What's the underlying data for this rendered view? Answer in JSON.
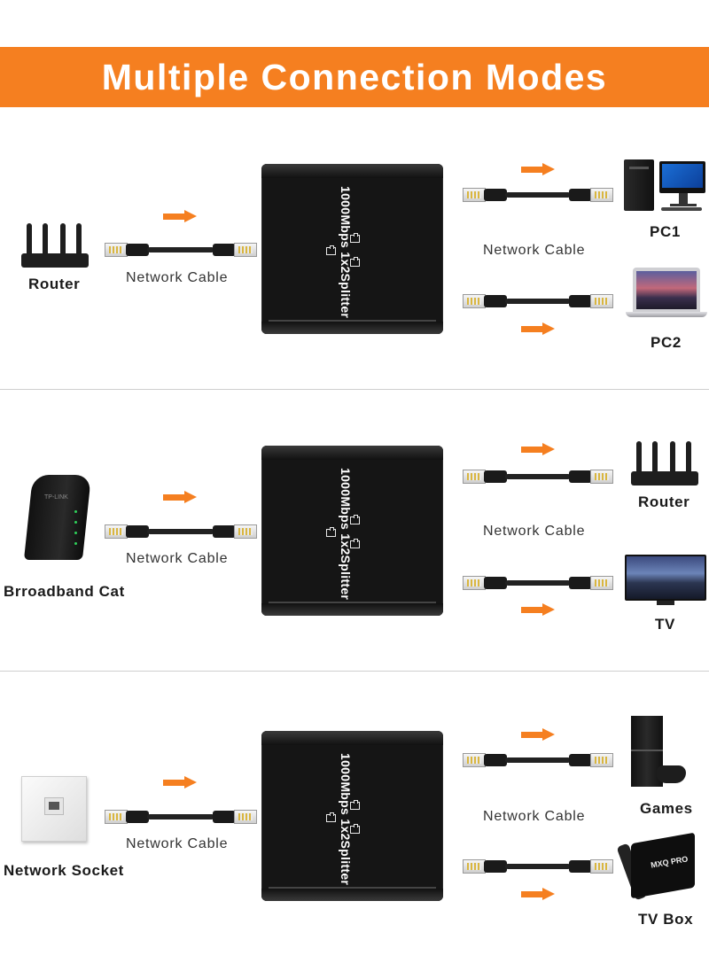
{
  "banner": {
    "title": "Multiple Connection Modes"
  },
  "splitter_label": "1000Mbps 1x2Splitter",
  "cable_label": "Network Cable",
  "accent_color": "#f57f20",
  "sections": [
    {
      "source": "Router",
      "out1": "PC1",
      "out2": "PC2",
      "source_icon": "router-icon",
      "out1_icon": "desktop-pc-icon",
      "out2_icon": "laptop-icon"
    },
    {
      "source": "Brroadband Cat",
      "out1": "Router",
      "out2": "TV",
      "source_icon": "modem-icon",
      "out1_icon": "router-icon",
      "out2_icon": "tv-icon"
    },
    {
      "source": "Network Socket",
      "out1": "Games",
      "out2": "TV Box",
      "source_icon": "wall-socket-icon",
      "out1_icon": "game-console-icon",
      "out2_icon": "tv-box-icon"
    }
  ],
  "device_text": {
    "modem_brand": "TP-LINK",
    "tvbox_brand": "MXQ PRO"
  }
}
